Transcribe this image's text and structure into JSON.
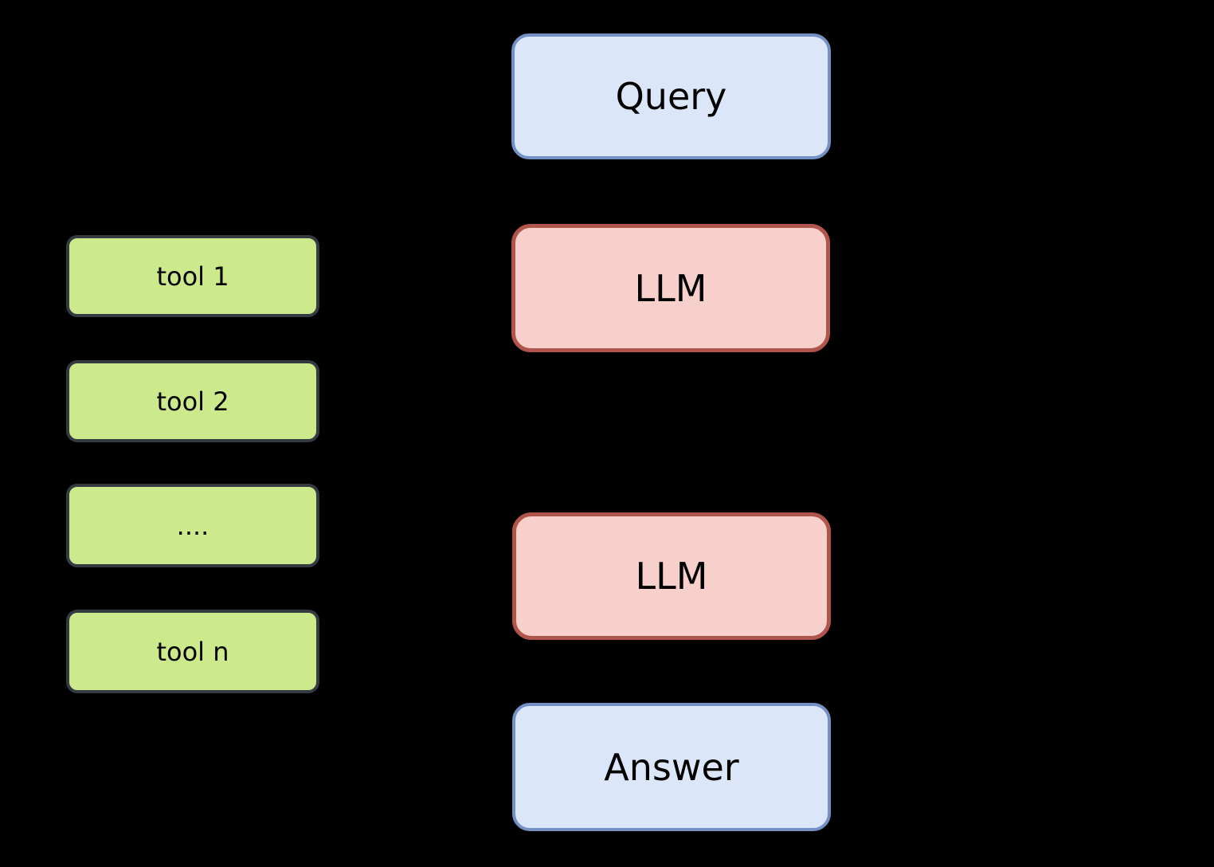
{
  "diagram": {
    "title": "",
    "nodes": {
      "query": {
        "label": "Query",
        "kind": "io"
      },
      "llm_top": {
        "label": "LLM",
        "kind": "llm"
      },
      "llm_bottom": {
        "label": "LLM",
        "kind": "llm"
      },
      "answer": {
        "label": "Answer",
        "kind": "io"
      },
      "tool_1": {
        "label": "tool 1",
        "kind": "tool"
      },
      "tool_2": {
        "label": "tool 2",
        "kind": "tool"
      },
      "tool_more": {
        "label": "....",
        "kind": "tool"
      },
      "tool_n": {
        "label": "tool n",
        "kind": "tool"
      }
    },
    "colors": {
      "background": "#000000",
      "text": "#000000",
      "io_fill": "#dbe7f8",
      "io_border": "#7491c6",
      "llm_fill": "#f7d0cc",
      "llm_border": "#b0554c",
      "tool_fill": "#cce98b",
      "tool_border": "#333a41"
    }
  }
}
